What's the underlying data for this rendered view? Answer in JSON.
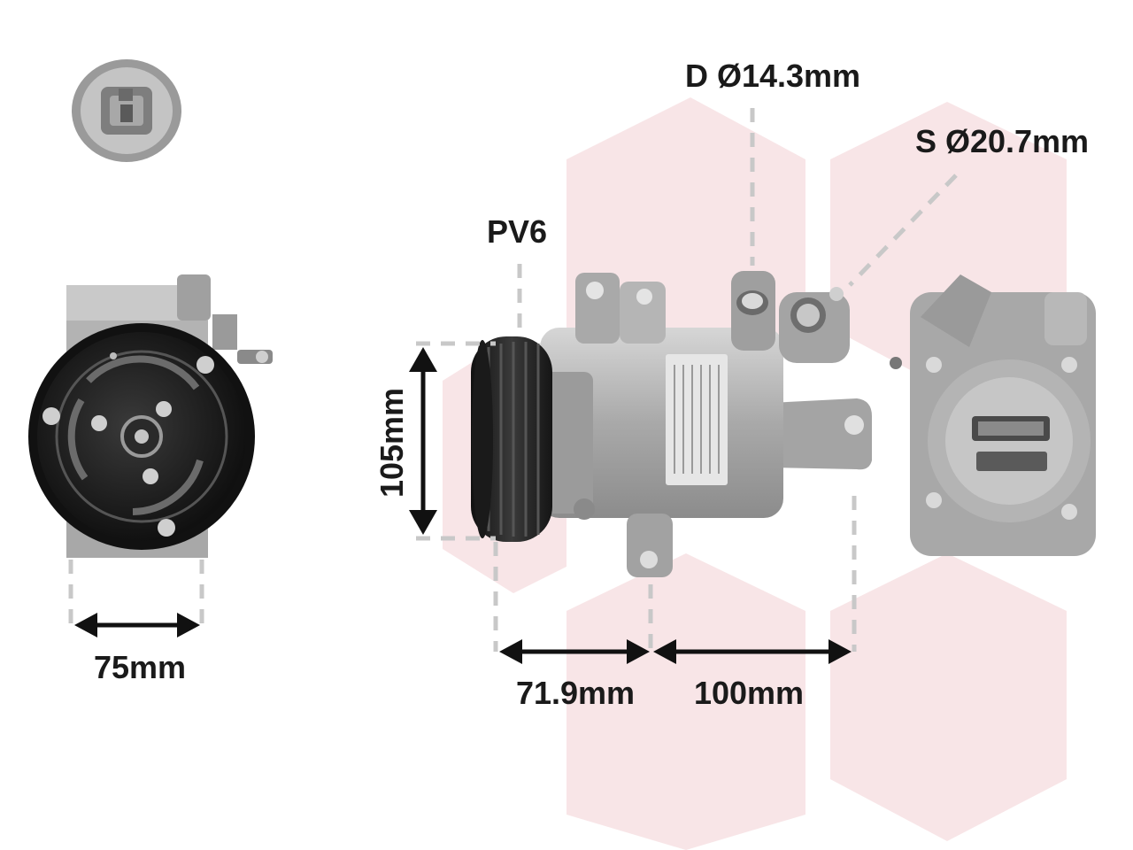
{
  "dimensions": {
    "discharge_port": "D Ø14.3mm",
    "suction_port": "S Ø20.7mm",
    "pulley": "PV6",
    "height": "105mm",
    "front_width": "75mm",
    "length_pulley": "71.9mm",
    "length_mount": "100mm"
  },
  "colors": {
    "background": "#ffffff",
    "watermark": "#f7e1e3",
    "text": "#1a1a1a",
    "dash": "#c8c8c8",
    "part_light": "#bdbdbd",
    "part_mid": "#8a8a8a",
    "part_dark": "#222222"
  }
}
